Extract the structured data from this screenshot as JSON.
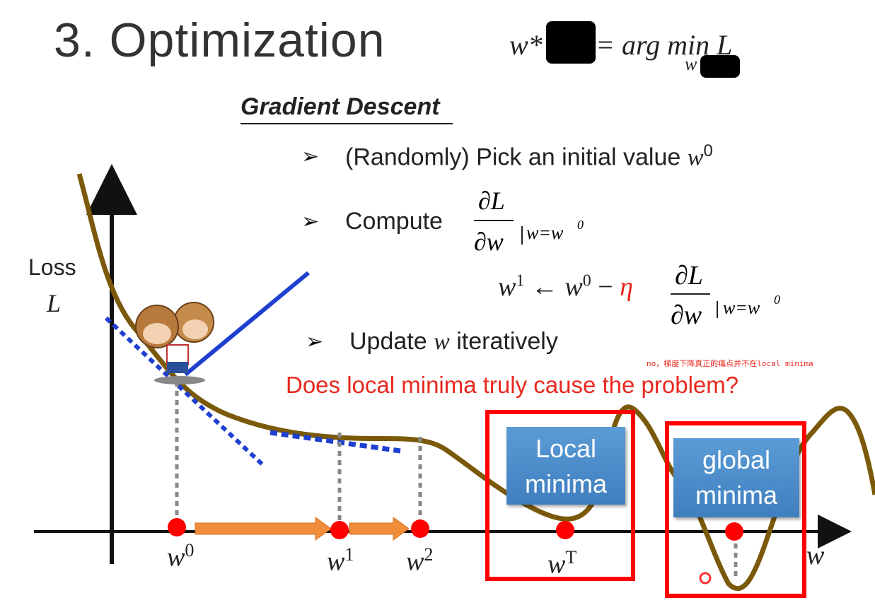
{
  "title": "3. Optimization",
  "formula": {
    "lhs": "w*",
    "rhs_prefix": "= arg min L",
    "subscript": "w"
  },
  "section_title": "Gradient Descent",
  "bullets": [
    {
      "text": "(Randomly) Pick an initial value ",
      "math": "w",
      "sup": "0"
    },
    {
      "text": "Compute"
    },
    {
      "text": "Update ",
      "math": "w",
      "rest": " iteratively"
    }
  ],
  "update_rule": {
    "lhs": "w",
    "lhs_sup": "1",
    "arrow": "←",
    "w0": "w",
    "w0_sup": "0",
    "minus": "−",
    "eta": "η",
    "eval": "w=w"
  },
  "question": "Does local minima truly cause the problem?",
  "note": "no，梯度下降真正的痛点并不在local minima",
  "axis": {
    "y_label": "Loss",
    "y_var": "L",
    "x_var": "w"
  },
  "points": [
    {
      "name": "w",
      "sup": "0"
    },
    {
      "name": "w",
      "sup": "1"
    },
    {
      "name": "w",
      "sup": "2"
    },
    {
      "name": "w",
      "sup": "T"
    }
  ],
  "labels": {
    "local": [
      "Local",
      "minima"
    ],
    "global": [
      "global",
      "minima"
    ]
  },
  "colors": {
    "curve": "#7a5a0a",
    "tangent": "#1f3fd0",
    "point": "#ff0000",
    "arrow": "#f08c3a",
    "highlight": "#ff0000",
    "box": "#4a8ac9"
  }
}
